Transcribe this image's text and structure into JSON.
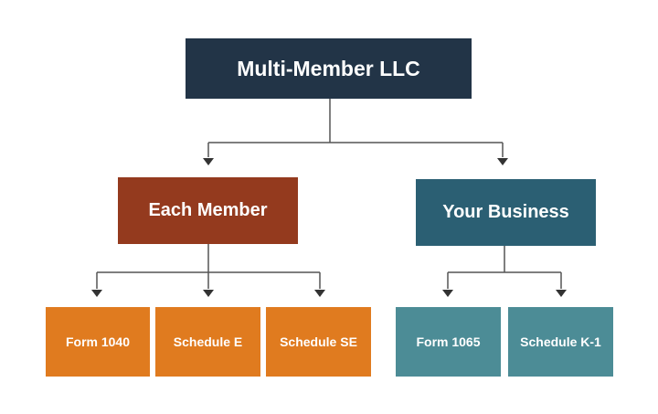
{
  "colors": {
    "root": "#223447",
    "member_branch": "#943a1e",
    "business_branch": "#2b5f73",
    "member_forms": "#e07b1f",
    "business_forms": "#4c8c96",
    "connector": "#555555"
  },
  "root": {
    "label": "Multi-Member LLC"
  },
  "branches": [
    {
      "label": "Each Member",
      "forms": [
        "Form 1040",
        "Schedule E",
        "Schedule SE"
      ]
    },
    {
      "label": "Your Business",
      "forms": [
        "Form 1065",
        "Schedule K-1"
      ]
    }
  ]
}
